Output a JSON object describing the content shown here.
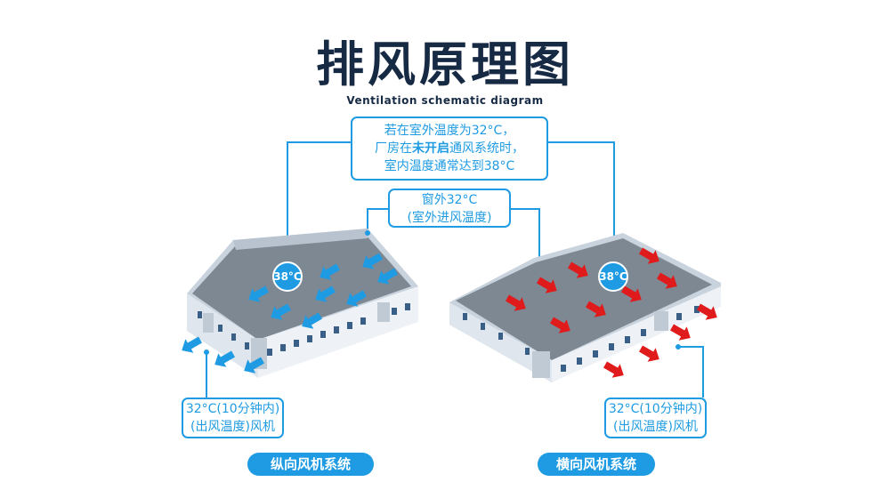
{
  "title": "排风原理图",
  "subtitle": "Ventilation schematic diagram",
  "main_note": {
    "line1": "若在室外温度为32°C，",
    "line2_pre": "厂房在",
    "line2_bold": "未开启",
    "line2_post": "通风系统时，",
    "line3": "室内温度通常达到38°C"
  },
  "window_note": {
    "line1": "窗外32°C",
    "line2": "(室外进风温度)"
  },
  "left_note": {
    "line1": "32°C(10分钟内)",
    "line2": "(出风温度)风机"
  },
  "right_note": {
    "line1": "32°C(10分钟内)",
    "line2": "(出风温度)风机"
  },
  "left_temp": "38°C",
  "right_temp": "38°C",
  "left_label": "纵向风机系统",
  "right_label": "横向风机系统",
  "colors": {
    "accent": "#1e9be2",
    "title": "#172a44",
    "hot_arrow": "#e01b1b",
    "cool_arrow": "#1e9be2"
  }
}
